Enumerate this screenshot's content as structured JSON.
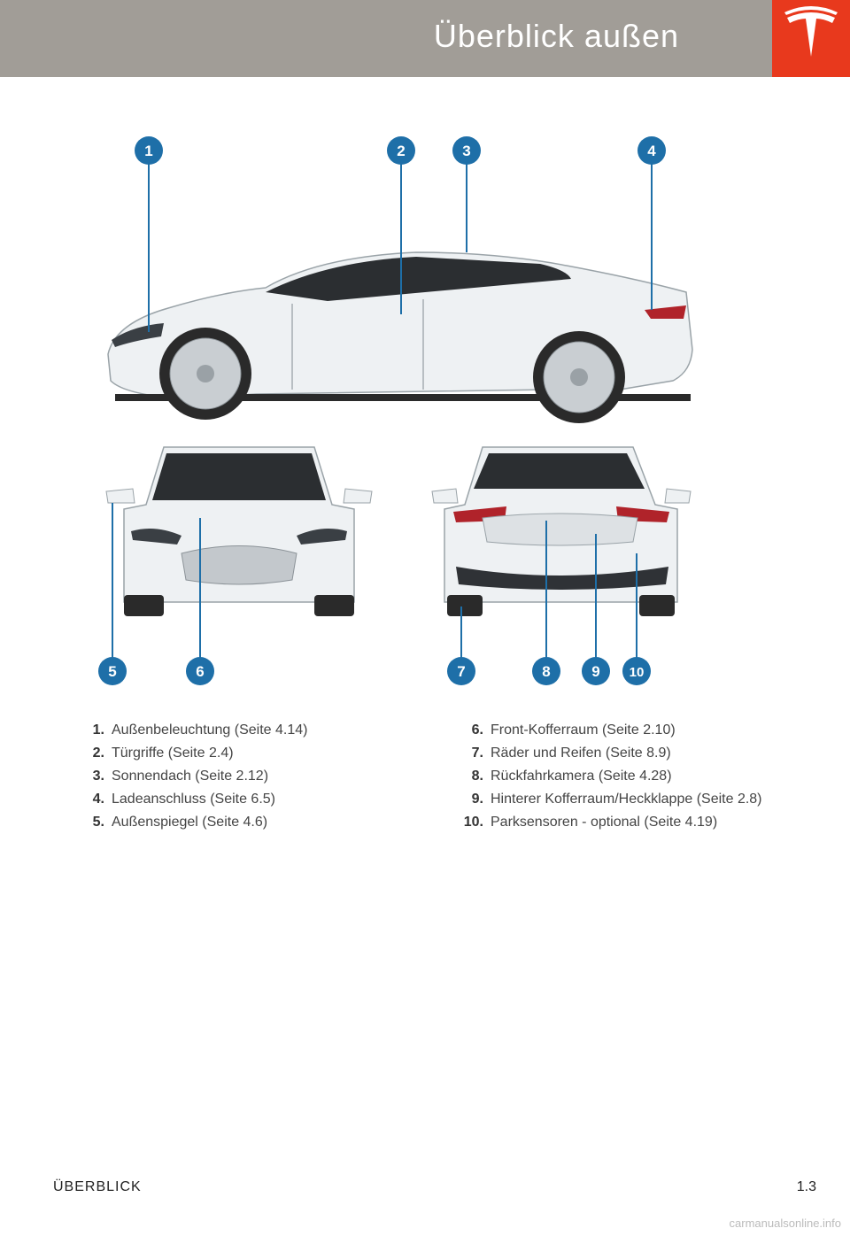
{
  "header": {
    "title": "Überblick außen"
  },
  "logo": {
    "name": "tesla-logo-icon",
    "color": "#ffffff",
    "background": "#e8391d"
  },
  "callouts": [
    "1",
    "2",
    "3",
    "4",
    "5",
    "6",
    "7",
    "8",
    "9",
    "10"
  ],
  "legend": {
    "left": [
      {
        "num": "1.",
        "text": "Außenbeleuchtung (Seite 4.14)"
      },
      {
        "num": "2.",
        "text": "Türgriffe (Seite 2.4)"
      },
      {
        "num": "3.",
        "text": "Sonnendach (Seite 2.12)"
      },
      {
        "num": "4.",
        "text": "Ladeanschluss (Seite 6.5)"
      },
      {
        "num": "5.",
        "text": "Außenspiegel (Seite 4.6)"
      }
    ],
    "right": [
      {
        "num": "6.",
        "text": "Front-Kofferraum (Seite 2.10)"
      },
      {
        "num": "7.",
        "text": "Räder und Reifen (Seite 8.9)"
      },
      {
        "num": "8.",
        "text": "Rückfahrkamera (Seite 4.28)"
      },
      {
        "num": "9.",
        "text": "Hinterer Kofferraum/Heckklappe (Seite 2.8)"
      },
      {
        "num": "10.",
        "text": "Parksensoren - optional (Seite 4.19)"
      }
    ]
  },
  "footer": {
    "section": "ÜBERBLICK",
    "page": "1.3"
  },
  "watermark": "carmanualsonline.info",
  "colors": {
    "header_bar": "#a19d97",
    "callout": "#1e6fa8",
    "logo_bg": "#e8391d"
  }
}
